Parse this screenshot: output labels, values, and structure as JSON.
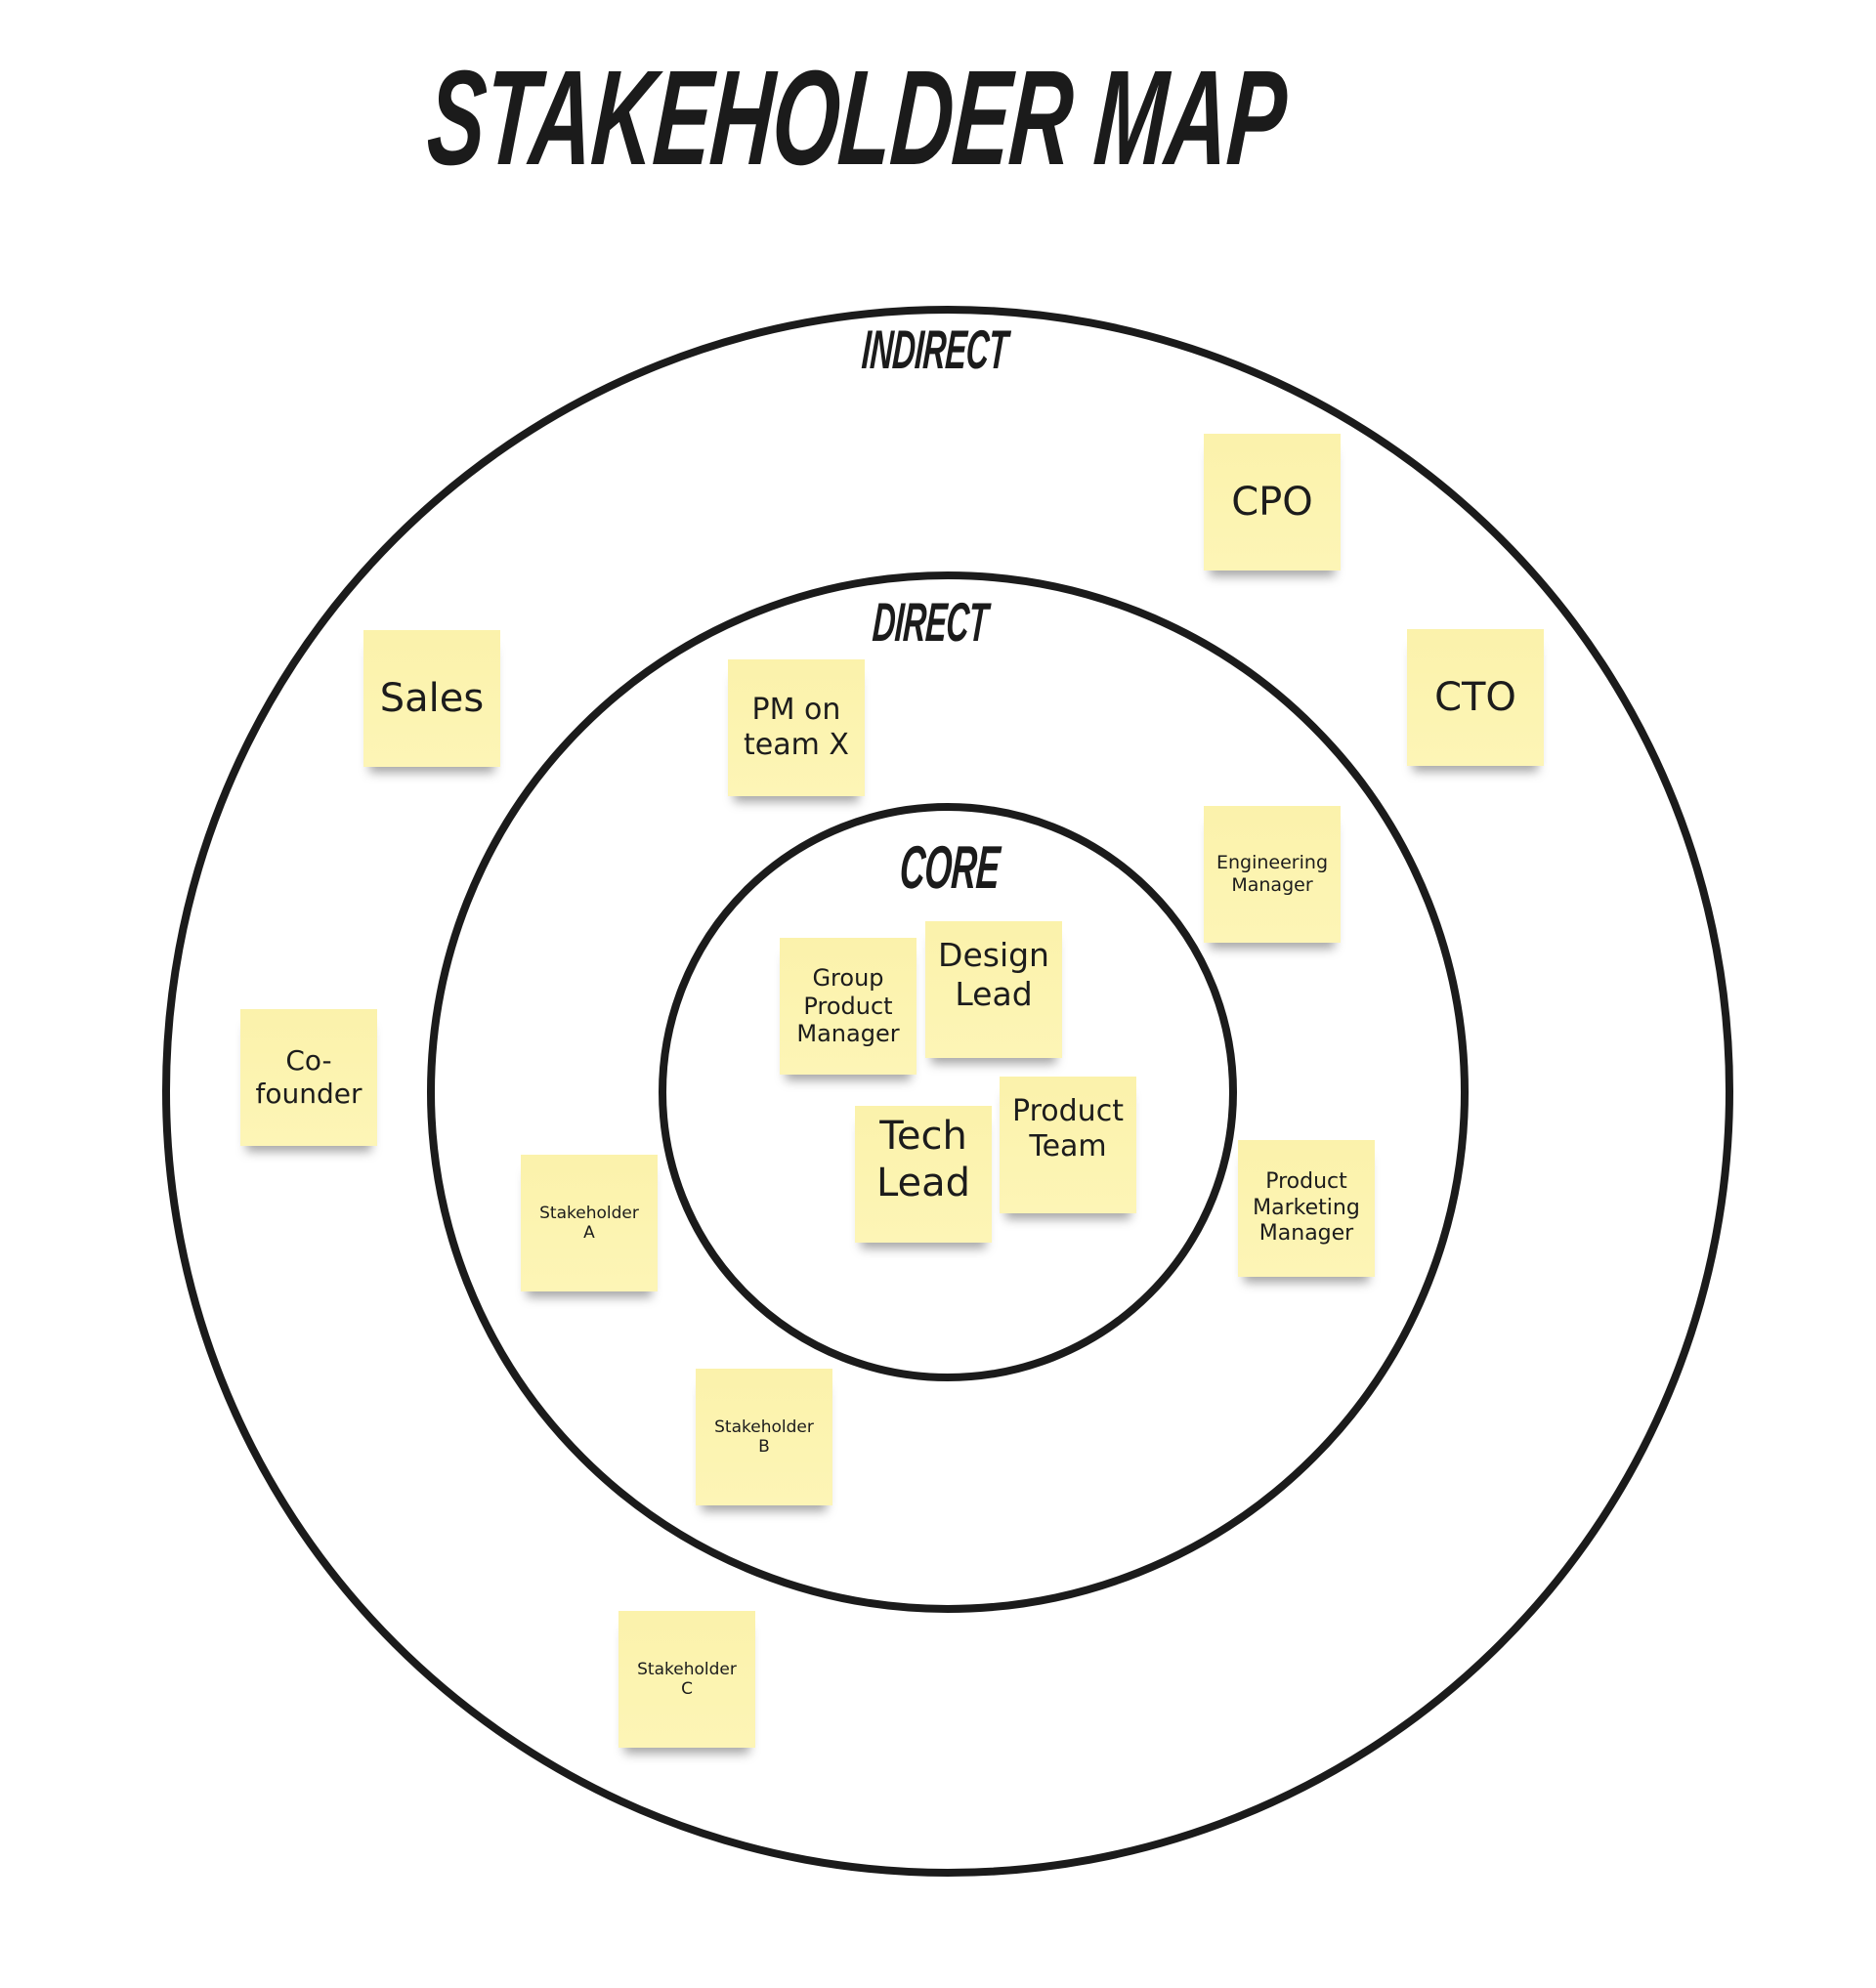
{
  "title": "STAKEHOLDER MAP",
  "rings": [
    {
      "label": "INDIRECT",
      "level": "outer"
    },
    {
      "label": "DIRECT",
      "level": "middle"
    },
    {
      "label": "CORE",
      "level": "inner"
    }
  ],
  "colors": {
    "note": "#fdf4b0",
    "ring_stroke": "#1b1b1b",
    "text": "#1c1c1c",
    "background": "#ffffff"
  },
  "notes": {
    "cpo": {
      "text": "CPO",
      "ring": "INDIRECT"
    },
    "cto": {
      "text": "CTO",
      "ring": "INDIRECT"
    },
    "sales": {
      "text": "Sales",
      "ring": "INDIRECT"
    },
    "cofounder": {
      "text": "Co-\nfounder",
      "ring": "INDIRECT"
    },
    "stakeholder_c": {
      "text": "Stakeholder\nC",
      "ring": "INDIRECT"
    },
    "pm_team_x": {
      "text": "PM on\nteam X",
      "ring": "DIRECT"
    },
    "engineering_manager": {
      "text": "Engineering\nManager",
      "ring": "DIRECT"
    },
    "product_marketing_manager": {
      "text": "Product\nMarketing\nManager",
      "ring": "DIRECT"
    },
    "stakeholder_a": {
      "text": "Stakeholder\nA",
      "ring": "DIRECT"
    },
    "stakeholder_b": {
      "text": "Stakeholder\nB",
      "ring": "DIRECT"
    },
    "group_product_manager": {
      "text": "Group\nProduct\nManager",
      "ring": "CORE"
    },
    "design_lead": {
      "text": "Design\nLead",
      "ring": "CORE"
    },
    "tech_lead": {
      "text": "Tech\nLead",
      "ring": "CORE"
    },
    "product_team": {
      "text": "Product\nTeam",
      "ring": "CORE"
    }
  }
}
